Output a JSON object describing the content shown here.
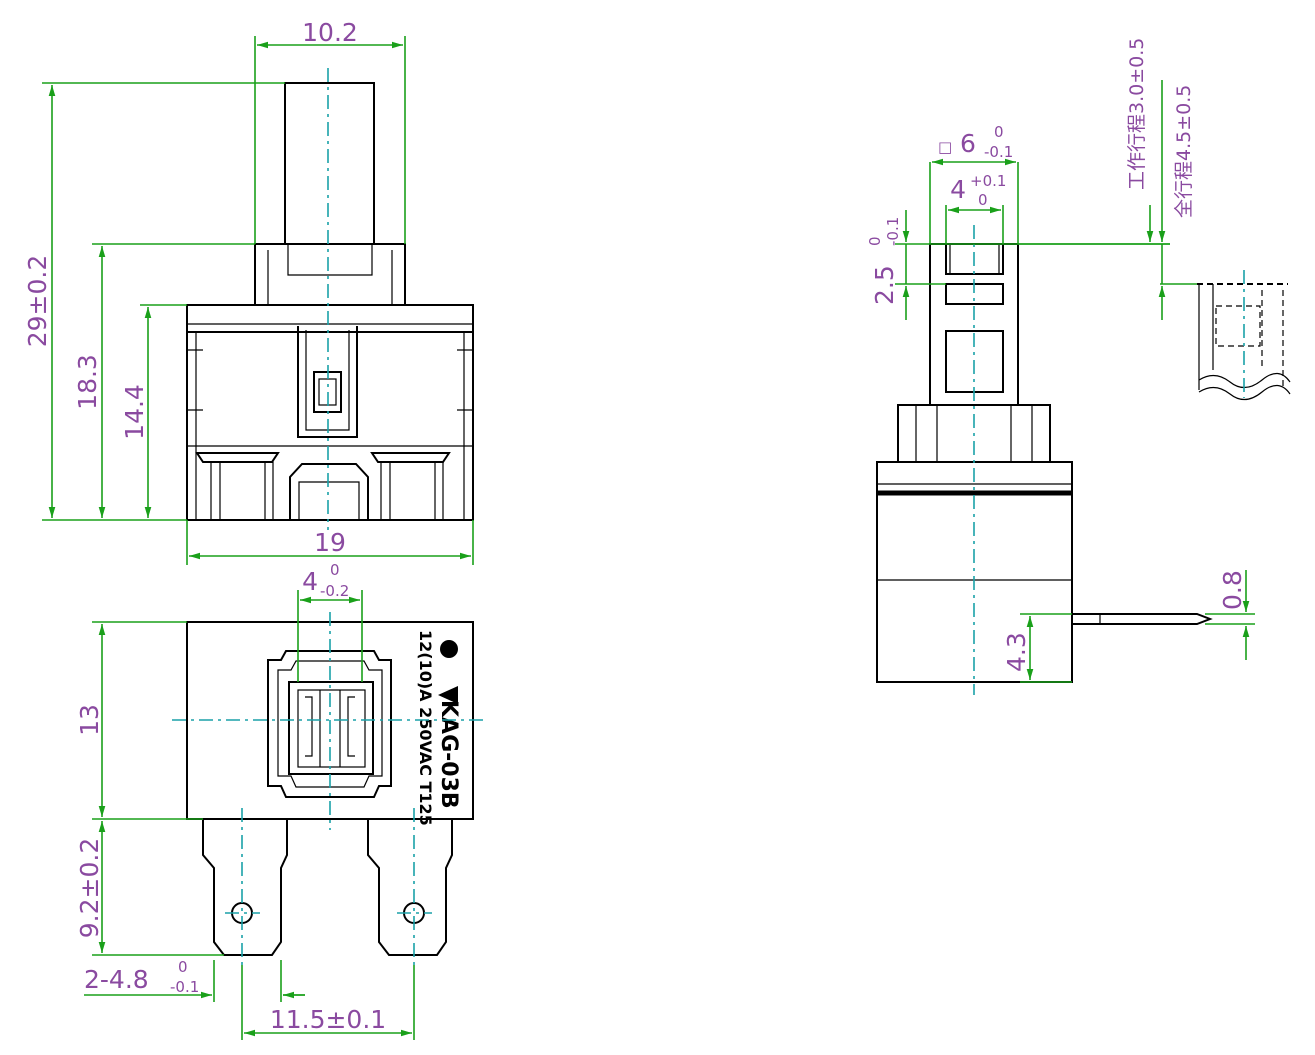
{
  "front_view": {
    "dim_width_top": "10.2",
    "dim_height_total": "29±0.2",
    "dim_height_mid": "18.3",
    "dim_height_body": "14.4",
    "dim_width_body": "19"
  },
  "bottom_view": {
    "dim_hole_main": "4",
    "dim_hole_sup": "0",
    "dim_hole_sub": "-0.2",
    "dim_body_height": "13",
    "dim_terminal_length": "9.2±0.2",
    "dim_terminal_width_main": "2-4.8",
    "dim_terminal_width_sup": "0",
    "dim_terminal_width_sub": "-0.1",
    "dim_terminal_pitch": "11.5±0.1",
    "marking_line1": "12(10)A  250VAC  T125",
    "marking_model": "KAG-03B"
  },
  "side_view": {
    "dim_square_symbol": "□",
    "dim_square_main": "6",
    "dim_square_sup": "0",
    "dim_square_sub": "-0.1",
    "dim_inner_main": "4",
    "dim_inner_sup": "+0.1",
    "dim_inner_sub": "0",
    "dim_top_main": "2.5",
    "dim_top_sup": "0",
    "dim_top_sub": "-0.1",
    "travel_working": "工作行程3.0±0.5",
    "travel_full": "全行程4.5±0.5",
    "dim_tab_thickness": "0.8",
    "dim_tab_height": "4.3"
  },
  "colors": {
    "outline": "#000000",
    "dimension_line": "#1aa01a",
    "center_line": "#1aa1a8",
    "dimension_text": "#8a4aa0"
  }
}
